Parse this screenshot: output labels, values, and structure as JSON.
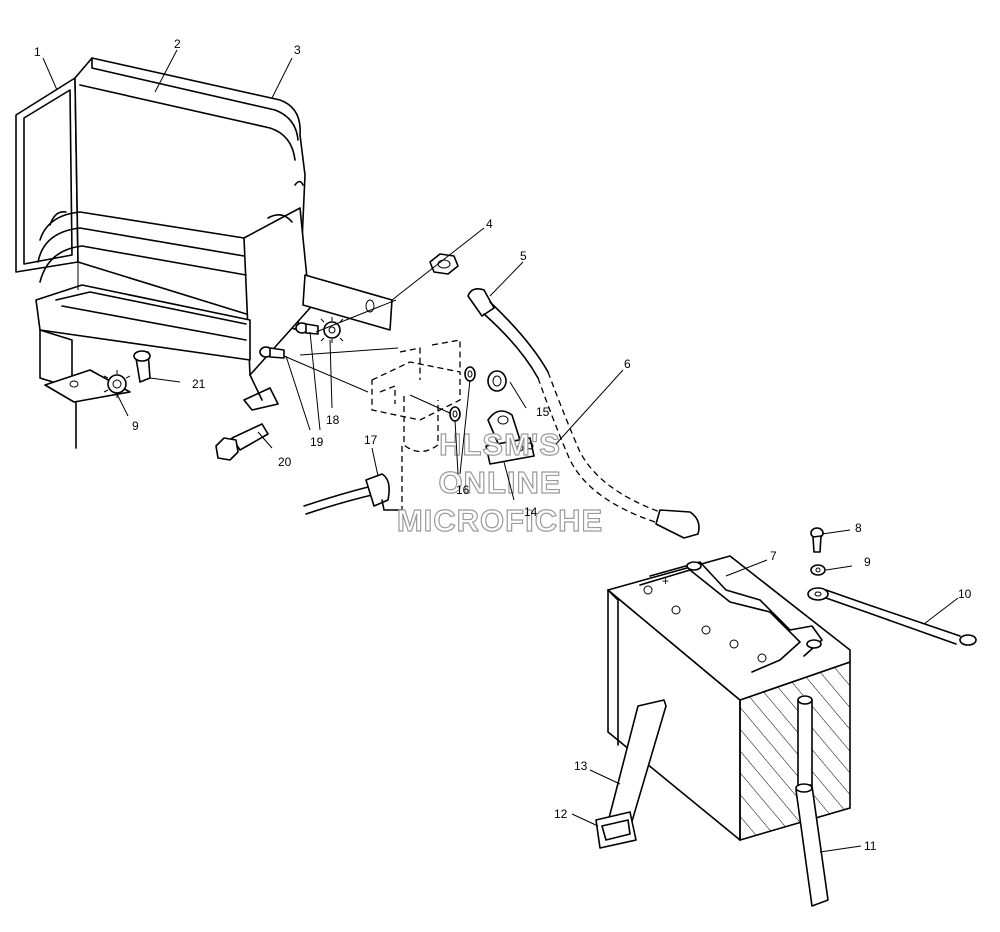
{
  "labels": {
    "l1": "1",
    "l2": "2",
    "l3": "3",
    "l4": "4",
    "l5": "5",
    "l6": "6",
    "l7": "7",
    "l8": "8",
    "l9a": "9",
    "l9b": "9",
    "l10": "10",
    "l11": "11",
    "l12": "12",
    "l13": "13",
    "l14": "14",
    "l15": "15",
    "l16": "16",
    "l17": "17",
    "l18": "18",
    "l19": "19",
    "l20": "20",
    "l21": "21"
  },
  "battery_symbol": "+",
  "watermark": {
    "line1": "HLSM'S",
    "line2": "ONLINE",
    "line3": "MICROFICHE"
  }
}
